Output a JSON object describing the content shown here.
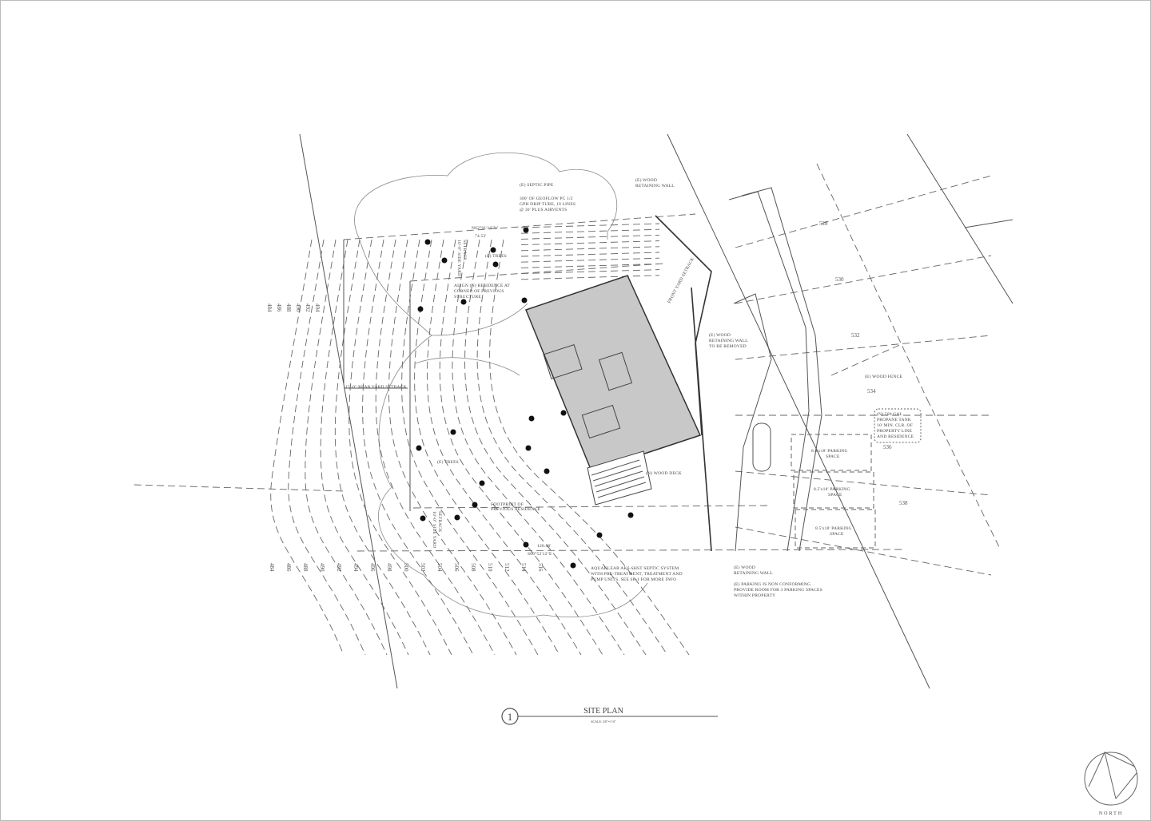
{
  "drawing": {
    "title": "SITE PLAN",
    "scale": "SCALE: 3/8\"=1'-0\"",
    "detail_number": "1",
    "north_label": "NORTH",
    "notes": {
      "septic_pipe": "(E) SEPTIC PIPE",
      "drip_tube": [
        "300' OF GEOFLOW PC 1/2",
        "GPH DRIP TUBE, 10 LINES",
        "@ 30' PLUS AIRVENTS"
      ],
      "retaining_wall_top": [
        "(E) WOOD",
        "RETAINING WALL"
      ],
      "trees_top": "(E) TREES",
      "align_residence": [
        "ALIGN (N) RESIDENCE AT",
        "CORNER OF PREVIOUS",
        "STRUCTURE"
      ],
      "wall_removed": [
        "(E) WOOD",
        "RETAINING WALL",
        "TO BE REMOVED"
      ],
      "wood_fence": "(E) WOOD FENCE",
      "propane": [
        "(N) 500 GAL",
        "PROPANE TANK",
        "10' MIN. CLR. OF",
        "PROPERTY LINE",
        "AND RESIDENCE"
      ],
      "parking": [
        "8.5'x18' PARKING",
        "SPACE"
      ],
      "wood_deck": "(N) WOOD DECK",
      "trees_bottom": "(E) TREES",
      "footprint": [
        "FOOTPRINT OF",
        "PREVIOUS RESIDENCE"
      ],
      "septic_system": [
        "AQUAKLEAR AK6-SHST SEPTIC SYSTEM",
        "WITH PRE-TREATMENT, TREATMENT AND",
        "PUMP UNITS. SEE SP-1 FOR MORE INFO"
      ],
      "retaining_wall_bottom": [
        "(E) WOOD",
        "RETAINING WALL"
      ],
      "parking_note": [
        "(E) PARKING IS NON CONFORMING.",
        "PROVIDE ROOM FOR 3 PARKING SPACES",
        "WITHIN PROPERTY"
      ],
      "rear_setback": "15'-0\" REAR YARD SETBACK",
      "side_setback_bottom": [
        "10'-0\" SIDE YARD",
        "SETBACK"
      ],
      "side_setback_top": [
        "10'-0\" SIDE YARD",
        "SETBACK"
      ],
      "front_setback": "FRONT YARD SETBACK"
    },
    "contours_left": [
      "484",
      "486",
      "488",
      "490",
      "492",
      "494",
      "496",
      "498",
      "500",
      "502",
      "504",
      "506",
      "508",
      "510",
      "512",
      "514",
      "516"
    ],
    "contours_right": [
      "528",
      "530",
      "532",
      "534",
      "536",
      "538"
    ],
    "bearings": [
      "N62°01'10\"W",
      "74.53'",
      "S06°52'12\"E",
      "120.48'"
    ]
  }
}
